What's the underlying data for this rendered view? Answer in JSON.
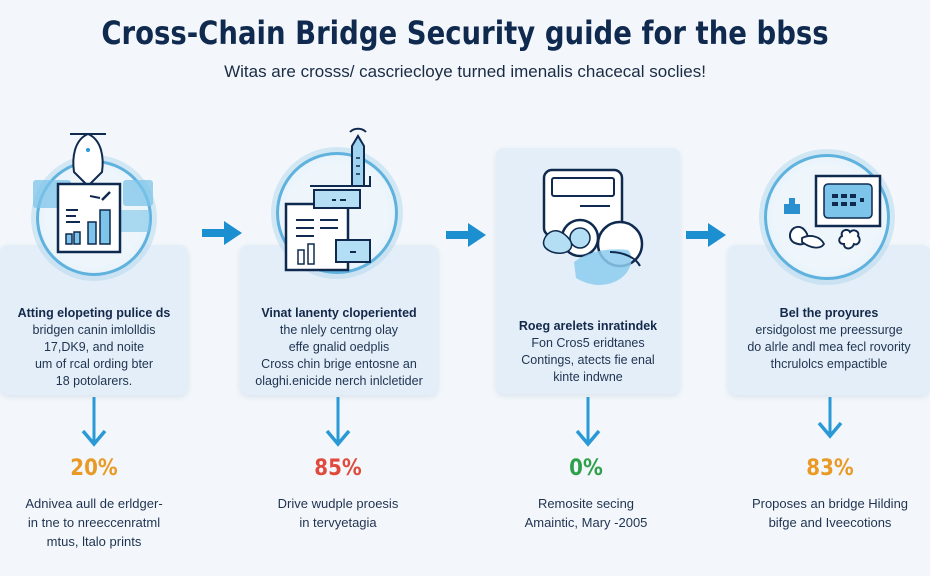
{
  "header": {
    "title": "Cross-Chain Bridge Security guide for the bbss",
    "subtitle": "Witas are crosss/ cascriecloye turned imenalis chacecal soclies!"
  },
  "colors": {
    "accent": "#1b8fcf",
    "arrow": "#2a9ad6",
    "stat_orange": "#e89a25",
    "stat_red": "#e04a3c",
    "stat_green": "#2ea04a",
    "title": "#0f2a4e"
  },
  "steps": [
    {
      "icon": "report-chart-icon",
      "lines": [
        "Atting elopeting pulice ds",
        "bridgen canin imlolldis",
        "17,DK9, and noite",
        "um of rcal ording bter",
        "18 potolarers."
      ],
      "stat": "20%",
      "stat_color": "#e89a25",
      "desc": [
        "Adnivea aull de erldger-",
        "in tne to nreeccenratml",
        "mtus, ltalo prints"
      ]
    },
    {
      "icon": "document-tower-icon",
      "lines": [
        "Vinat lanenty cloperiented",
        "the nlely centrng olay",
        "effe gnalid oedplis",
        "Cross chin brige entosne an",
        "olaghi.enicide nerch inlcletider"
      ],
      "stat": "85%",
      "stat_color": "#e04a3c",
      "desc": [
        "Drive wudple proesis",
        "in tervyetagia"
      ]
    },
    {
      "icon": "monitor-wave-icon",
      "lines": [
        "Roeg arelets inratindek",
        "Fon Cros5 eridtanes",
        "Contings, atects fie enal",
        "kinte indwne"
      ],
      "stat": "0%",
      "stat_color": "#2ea04a",
      "desc": [
        "Remosite secing",
        "Amaintic, Mary -2005"
      ]
    },
    {
      "icon": "screen-network-icon",
      "lines": [
        "Bel the proyures",
        "ersidgolost me preessurge",
        "do alrle andl mea fecl rovority",
        "thcrulolcs empactible"
      ],
      "stat": "83%",
      "stat_color": "#e89a25",
      "desc": [
        "Proposes an bridge Hilding",
        "bifge and Iveecotions"
      ]
    }
  ]
}
